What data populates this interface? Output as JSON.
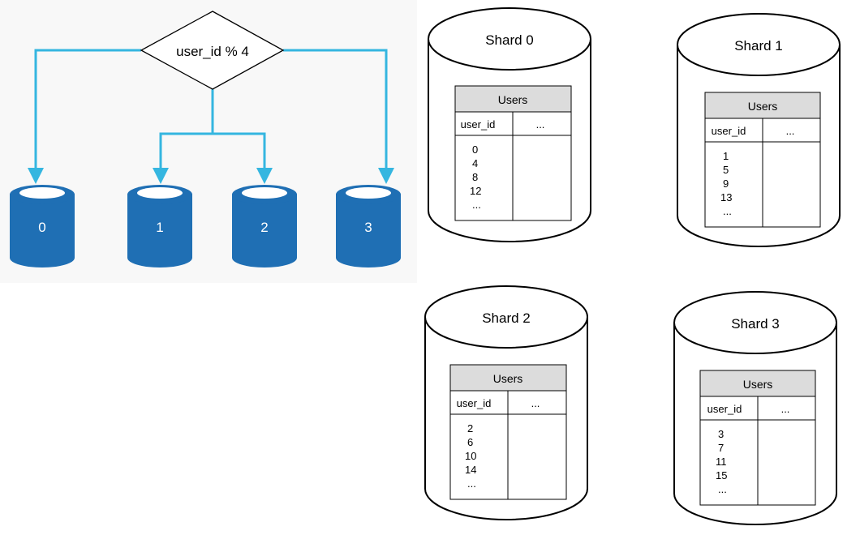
{
  "colors": {
    "db_blue": "#1f6fb4",
    "db_top_rim": "#1f6fb4",
    "db_top_hole": "#ffffff",
    "arrow_cyan": "#35b6e0",
    "panel_bg": "#f8f8f8",
    "table_header_bg": "#dcdcdc"
  },
  "routing": {
    "expression": "user_id % 4",
    "databases": [
      {
        "label": "0"
      },
      {
        "label": "1"
      },
      {
        "label": "2"
      },
      {
        "label": "3"
      }
    ]
  },
  "shards": [
    {
      "title": "Shard 0",
      "table": {
        "name": "Users",
        "columns": [
          "user_id",
          "..."
        ],
        "user_ids": [
          "0",
          "4",
          "8",
          "12",
          "..."
        ]
      }
    },
    {
      "title": "Shard 1",
      "table": {
        "name": "Users",
        "columns": [
          "user_id",
          "..."
        ],
        "user_ids": [
          "1",
          "5",
          "9",
          "13",
          "..."
        ]
      }
    },
    {
      "title": "Shard 2",
      "table": {
        "name": "Users",
        "columns": [
          "user_id",
          "..."
        ],
        "user_ids": [
          "2",
          "6",
          "10",
          "14",
          "..."
        ]
      }
    },
    {
      "title": "Shard 3",
      "table": {
        "name": "Users",
        "columns": [
          "user_id",
          "..."
        ],
        "user_ids": [
          "3",
          "7",
          "11",
          "15",
          "..."
        ]
      }
    }
  ]
}
